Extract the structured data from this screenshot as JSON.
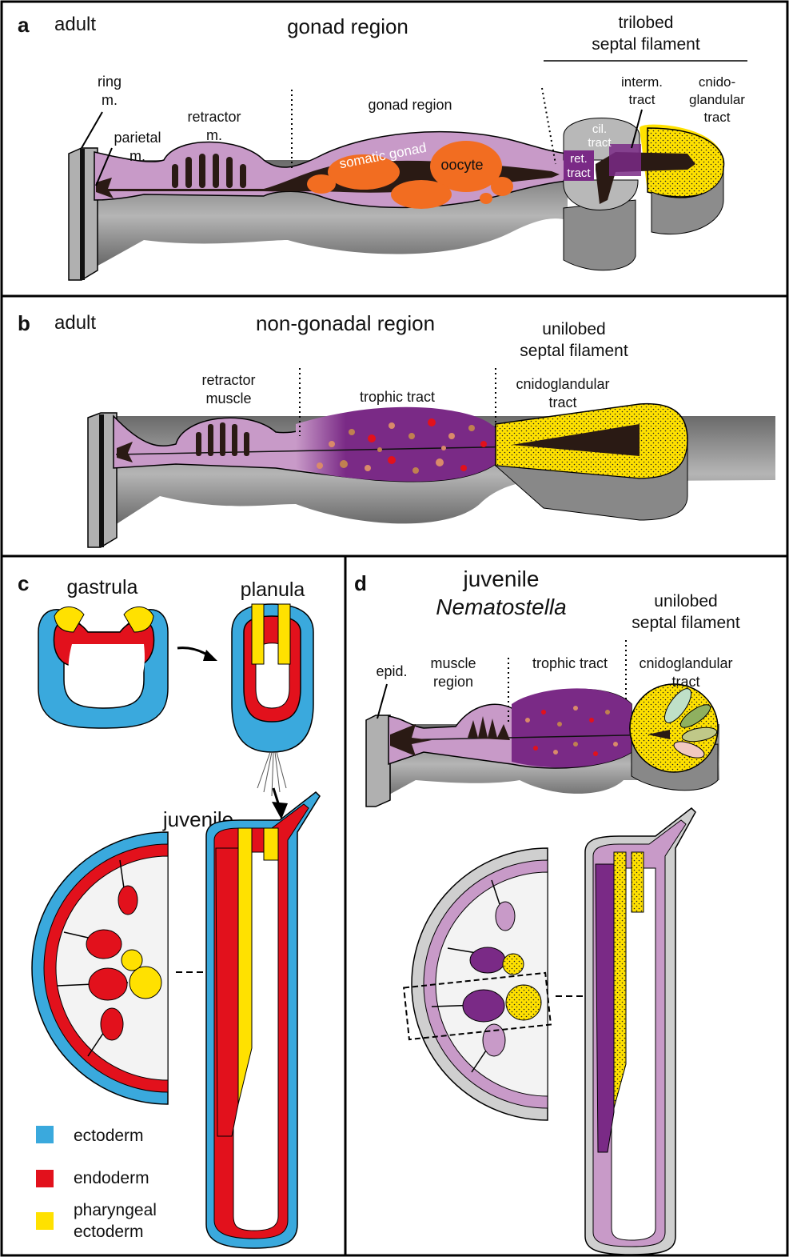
{
  "panels": {
    "a": {
      "letter": "a",
      "stage": "adult",
      "title": "gonad region",
      "filament_header": [
        "trilobed",
        "septal filament"
      ],
      "labels": {
        "ring_m": [
          "ring",
          "m."
        ],
        "parietal_m": [
          "parietal",
          "m."
        ],
        "retractor_m": [
          "retractor",
          "m."
        ],
        "gonad_region": "gonad region",
        "somatic_gonad": "somatic gonad",
        "oocyte": "oocyte",
        "interm_tract": [
          "interm.",
          "tract"
        ],
        "cnido_glandular_tract": [
          "cnido-",
          "glandular",
          "tract"
        ],
        "cil_tract": [
          "cil.",
          "tract"
        ],
        "ret_tract": [
          "ret.",
          "tract"
        ]
      }
    },
    "b": {
      "letter": "b",
      "stage": "adult",
      "title": "non-gonadal region",
      "filament_header": [
        "unilobed",
        "septal filament"
      ],
      "labels": {
        "retractor_muscle": [
          "retractor",
          "muscle"
        ],
        "trophic_tract": "trophic tract",
        "cnidoglandular_tract": [
          "cnidoglandular",
          "tract"
        ]
      }
    },
    "c": {
      "letter": "c",
      "gastrula": "gastrula",
      "planula": "planula",
      "juvenile": "juvenile",
      "legend": [
        {
          "label": [
            "ectoderm"
          ],
          "color": "#3aa9dd"
        },
        {
          "label": [
            "endoderm"
          ],
          "color": "#e2111c"
        },
        {
          "label": [
            "pharyngeal",
            "ectoderm"
          ],
          "color": "#ffe100"
        }
      ]
    },
    "d": {
      "letter": "d",
      "title": [
        "juvenile",
        "Nematostella"
      ],
      "filament_header": [
        "unilobed",
        "septal filament"
      ],
      "labels": {
        "epid": "epid.",
        "muscle_region": [
          "muscle",
          "region"
        ],
        "trophic_tract": "trophic tract",
        "cnidoglandular_tract": [
          "cnidoglandular",
          "tract"
        ]
      }
    }
  },
  "colors": {
    "ectoderm": "#3aa9dd",
    "endoderm": "#e2111c",
    "pharyngeal_ectoderm": "#ffe100",
    "gastrodermis": "#c89ac8",
    "trophic": "#7a2a86",
    "oocyte": "#f26d21",
    "grey_body": "#8c8c8c",
    "lumen": "#2a1a14"
  }
}
